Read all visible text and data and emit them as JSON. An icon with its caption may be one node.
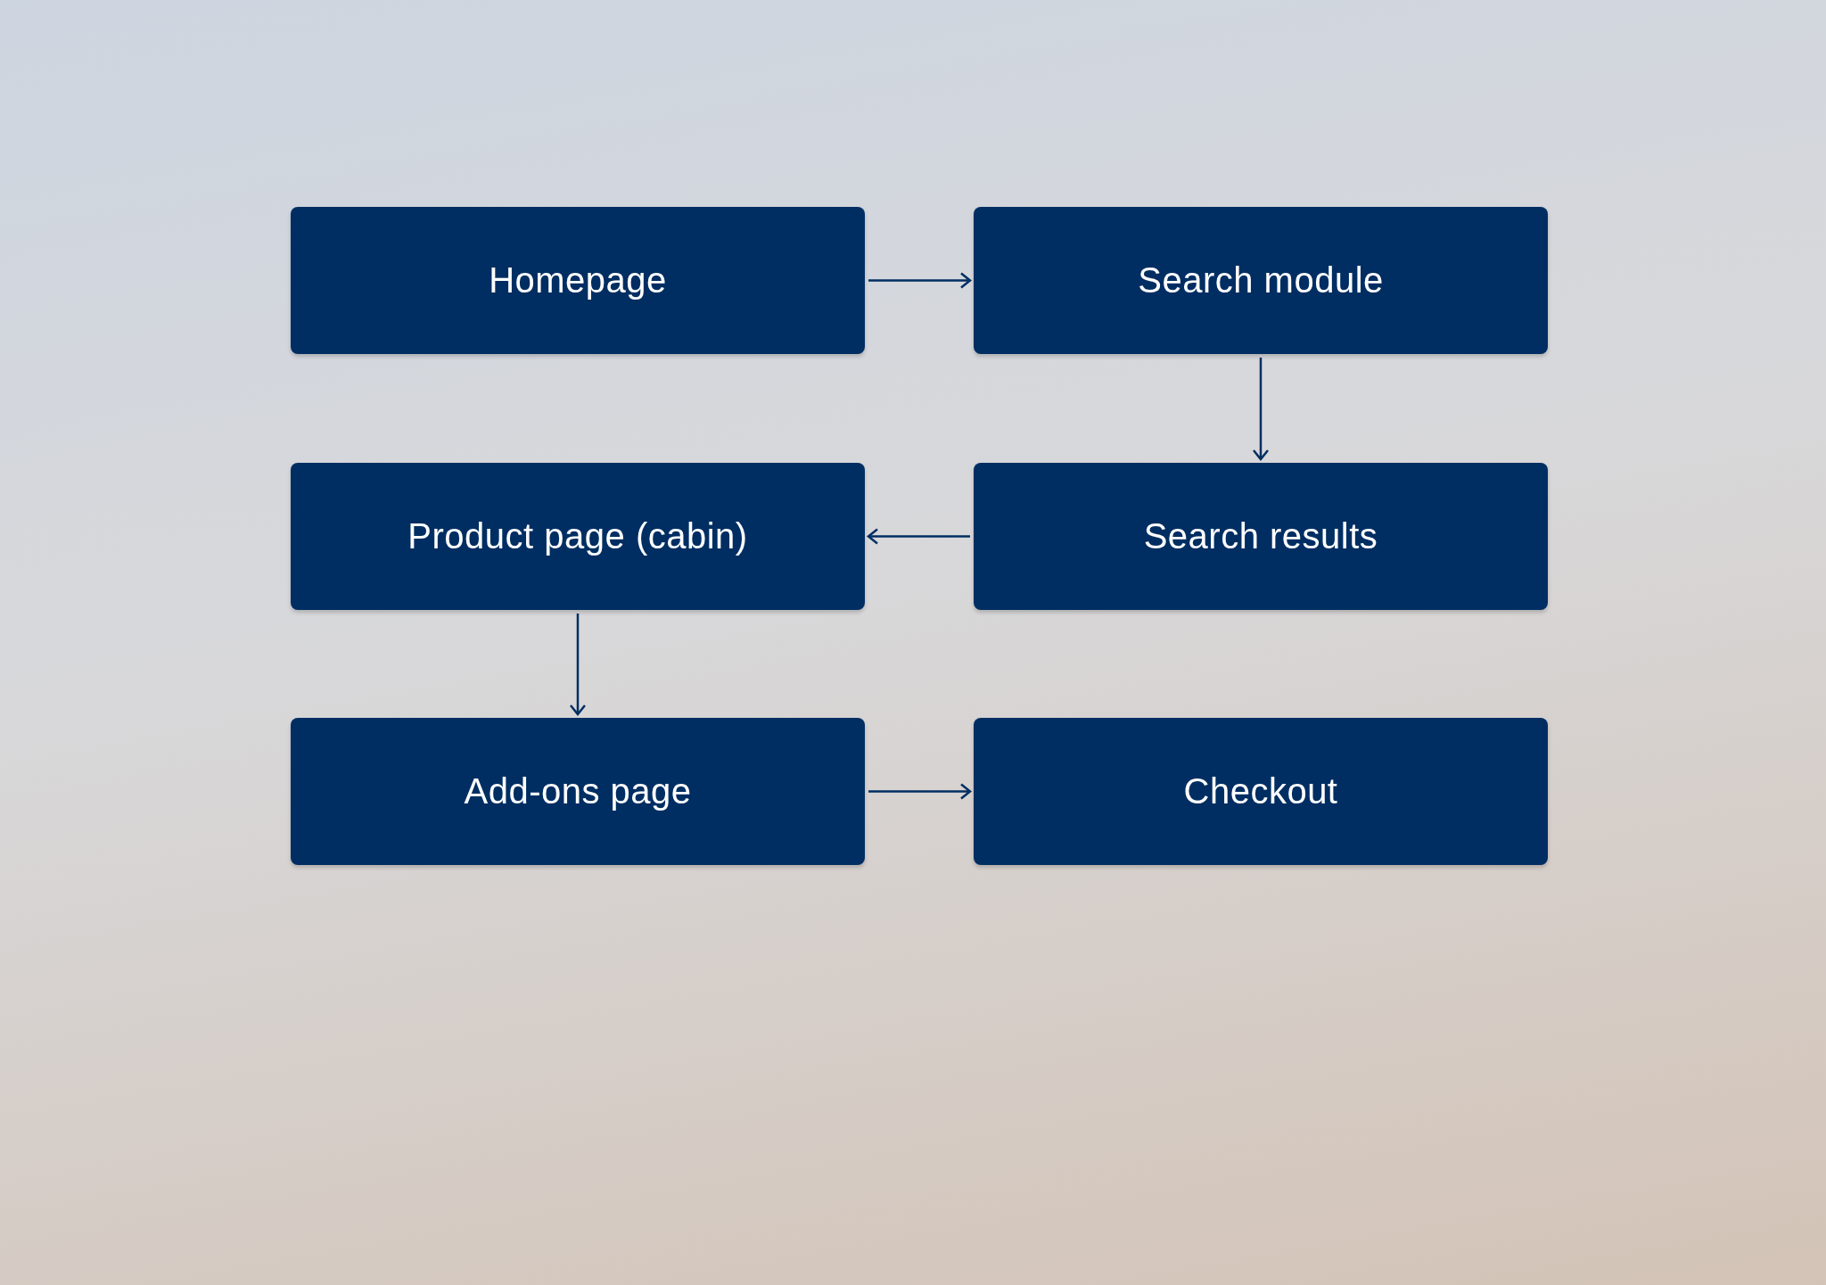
{
  "diagram": {
    "nodes": [
      {
        "text": [
          "Homepage"
        ]
      },
      {
        "text": [
          "Search module"
        ]
      },
      {
        "text": [
          "Product page (cabin)"
        ]
      },
      {
        "text": [
          "Search results"
        ]
      },
      {
        "text": [
          "Add-ons page"
        ]
      },
      {
        "text": [
          "Checkout"
        ]
      }
    ],
    "edges": [
      {
        "from": 0,
        "to": 1,
        "arrow": "to"
      },
      {
        "from": 1,
        "to": 3,
        "arrow": "to"
      },
      {
        "from": 3,
        "to": 2,
        "arrow": "to"
      },
      {
        "from": 2,
        "to": 4,
        "arrow": "to"
      },
      {
        "from": 4,
        "to": 5,
        "arrow": "to"
      }
    ]
  }
}
